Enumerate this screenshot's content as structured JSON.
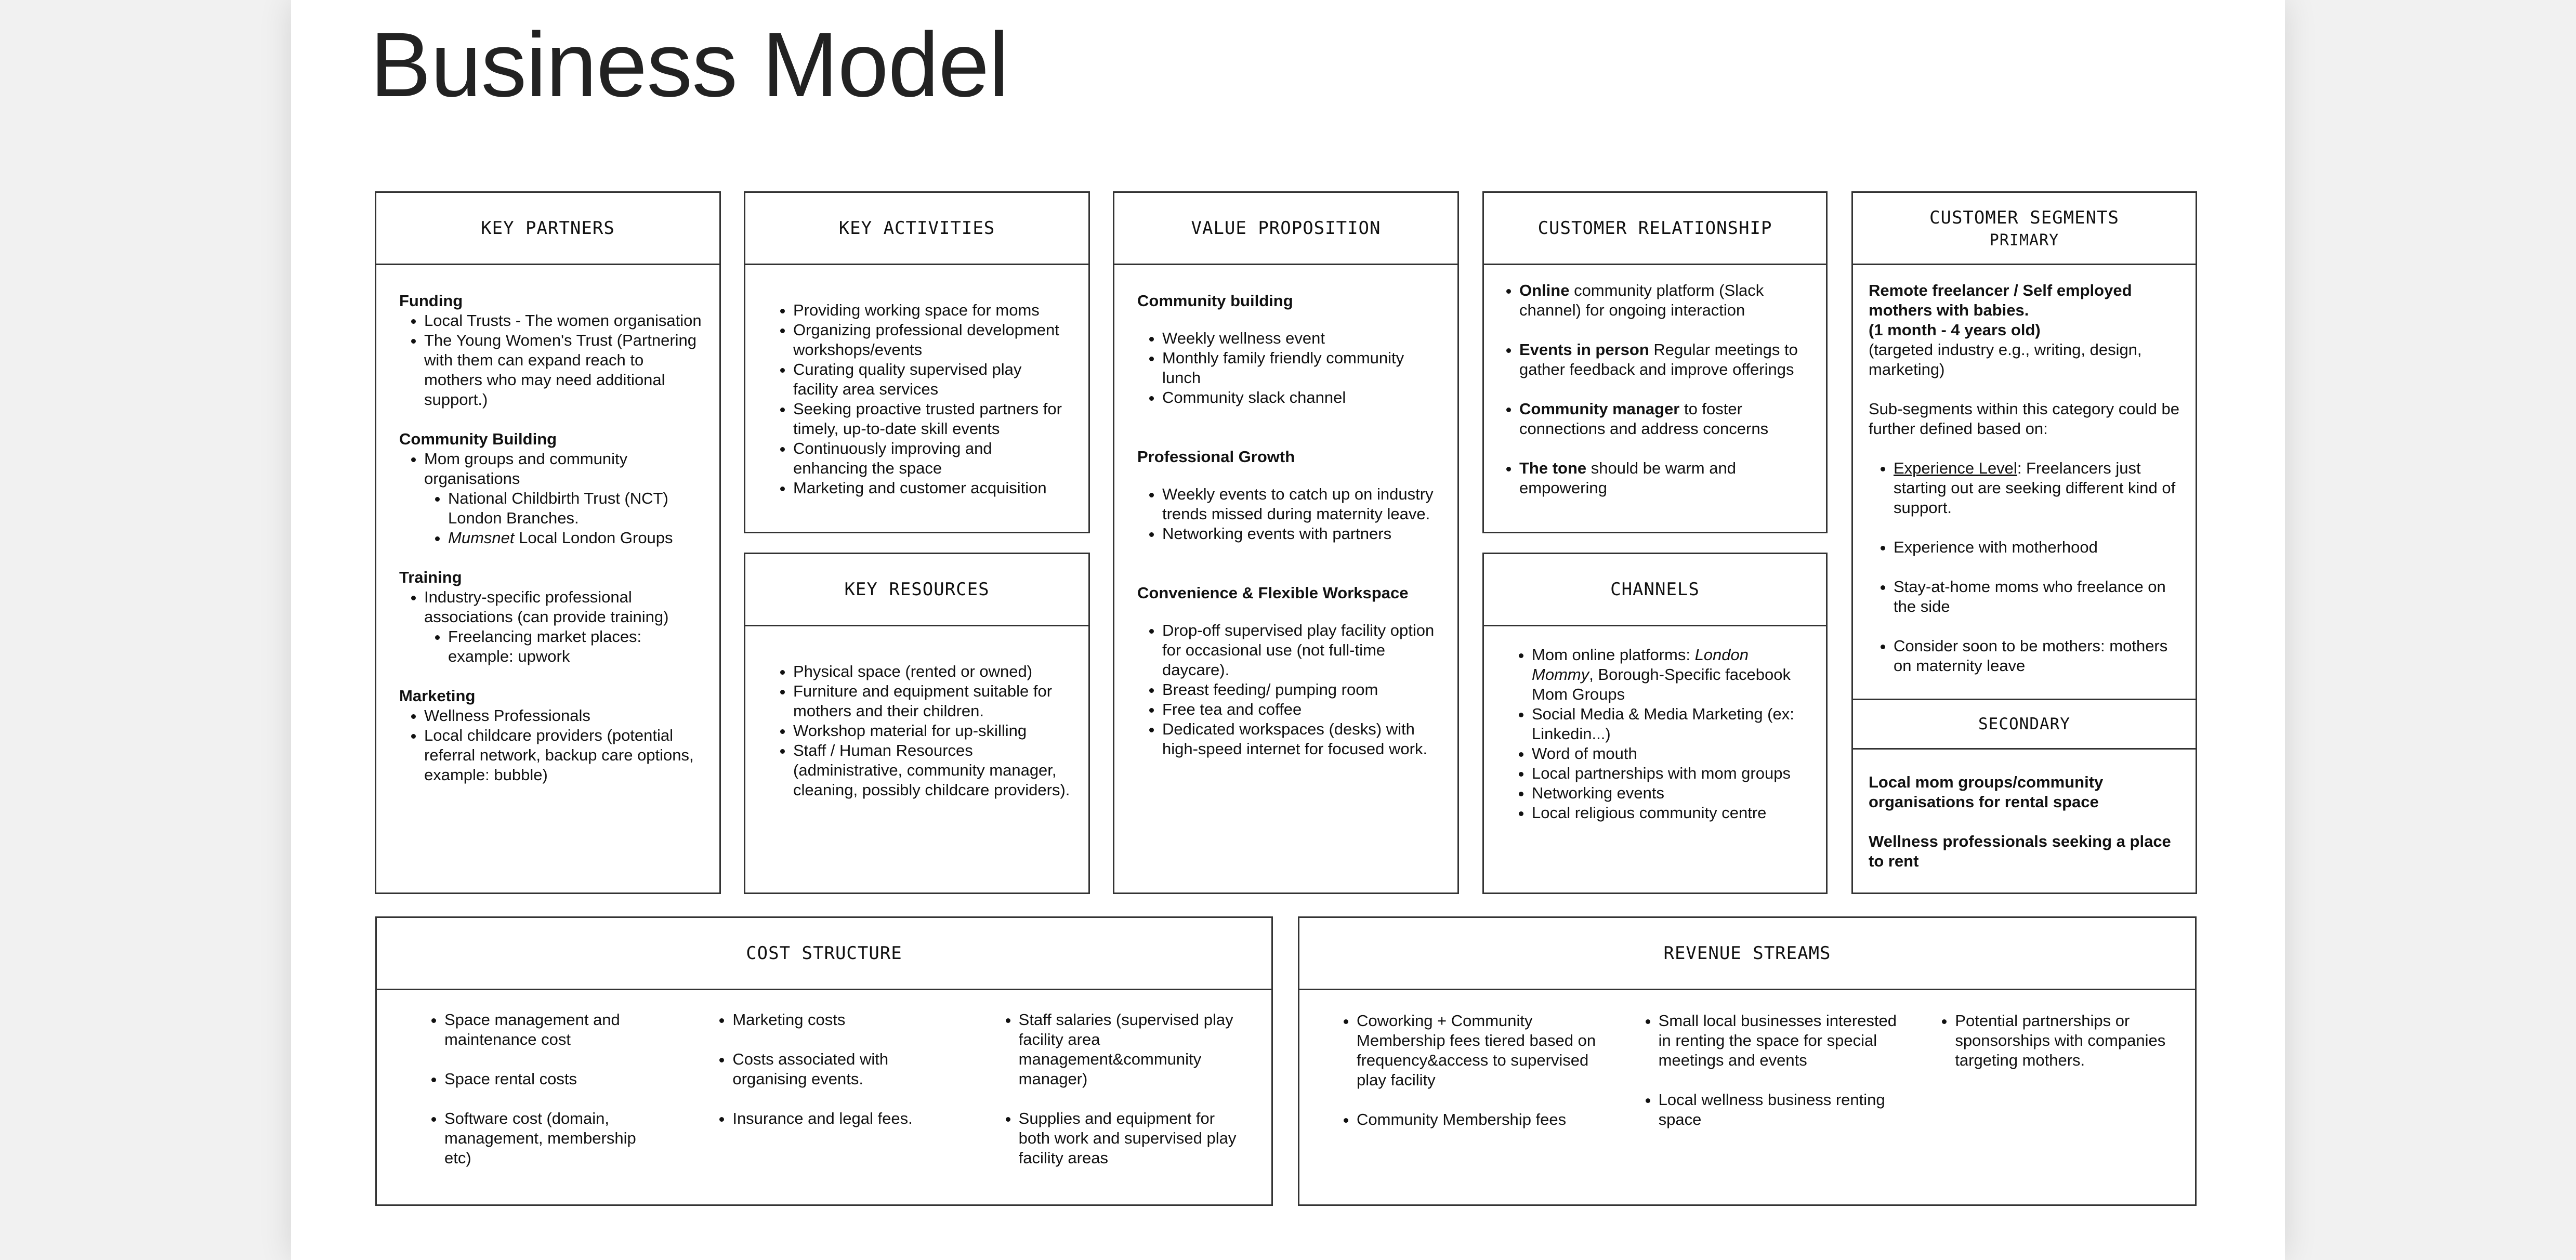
{
  "title": "Business Model",
  "key_partners": {
    "header": "KEY PARTNERS",
    "funding": "Funding",
    "funding_items": [
      "Local Trusts - The women organisation",
      "The Young Women's Trust (Partnering with them can expand reach to mothers who may need additional support.)"
    ],
    "community": "Community Building",
    "community_item": "Mom groups and community organisations",
    "community_sub": [
      "National Childbirth Trust (NCT) London Branches."
    ],
    "mumsnet_em": "Mumsnet",
    "mumsnet_rest": " Local London Groups",
    "training": "Training",
    "training_item": " Industry-specific professional associations (can provide training)",
    "training_sub": [
      "Freelancing market places: example: upwork"
    ],
    "marketing": "Marketing",
    "marketing_items": [
      "Wellness Professionals",
      "Local childcare providers (potential referral network, backup care options, example: bubble)"
    ]
  },
  "key_activities": {
    "header": "KEY ACTIVITIES",
    "items": [
      "Providing working space for moms",
      "Organizing professional development workshops/events",
      "Curating quality supervised play facility area services",
      "Seeking proactive trusted partners for timely, up-to-date skill events",
      "Continuously improving and enhancing the space",
      "Marketing and customer acquisition"
    ]
  },
  "key_resources": {
    "header": "KEY RESOURCES",
    "items": [
      "Physical space (rented or owned)",
      "Furniture and equipment suitable for mothers and their children.",
      "Workshop material for up-skilling",
      "Staff / Human Resources (administrative, community manager, cleaning, possibly childcare providers)."
    ]
  },
  "value_proposition": {
    "header": "VALUE PROPOSITION",
    "s1": "Community building",
    "s1_items": [
      "Weekly wellness event",
      "Monthly family friendly community lunch",
      "Community slack channel"
    ],
    "s2": "Professional Growth",
    "s2_items": [
      "Weekly events to catch up on industry trends missed during maternity leave.",
      "Networking events with partners"
    ],
    "s3": "Convenience & Flexible Workspace",
    "s3_items": [
      "Drop-off supervised play facility option for occasional use (not full-time daycare).",
      "Breast feeding/ pumping room",
      "Free tea and coffee",
      "Dedicated workspaces (desks) with high-speed internet for focused work."
    ]
  },
  "customer_relationship": {
    "header": "CUSTOMER RELATIONSHIP",
    "items": [
      {
        "bold": "Online",
        "rest": " community platform (Slack channel) for ongoing interaction"
      },
      {
        "bold": "Events in person",
        "rest": " Regular meetings to gather feedback and improve offerings"
      },
      {
        "bold": "Community manager",
        "rest": " to foster connections and address concerns"
      },
      {
        "bold": "The tone",
        "rest": " should be warm and empowering"
      }
    ]
  },
  "channels": {
    "header": "CHANNELS",
    "first_pre": "Mom online platforms: ",
    "first_em": "London Mommy",
    "first_post": ", Borough-Specific facebook Mom Groups",
    "items": [
      "Social Media & Media Marketing (ex: Linkedin...)",
      "Word of mouth",
      "Local partnerships with mom groups",
      "Networking events",
      "Local religious community centre"
    ]
  },
  "customer_segments": {
    "header": "CUSTOMER SEGMENTS",
    "primary": "PRIMARY",
    "p_bold1": "Remote freelancer / Self employed mothers with babies.",
    "p_bold2": "(1 month - 4 years old)",
    "p_text": "(targeted industry e.g., writing, design, marketing)",
    "p_sub": "Sub-segments within this category could be further defined based on:",
    "exp_u": "Experience Level",
    "exp_rest": ": Freelancers just starting out are seeking different kind of support.",
    "items": [
      "Experience with motherhood",
      "Stay-at-home moms who freelance on the side",
      "Consider soon to be mothers: mothers on maternity leave"
    ],
    "secondary": "SECONDARY",
    "s1": "Local mom groups/community organisations for rental space",
    "s2": "Wellness professionals seeking a place to rent"
  },
  "cost_structure": {
    "header": "COST STRUCTURE",
    "col1": [
      "Space management and maintenance cost",
      "Space rental costs",
      "Software cost (domain, management, membership etc)"
    ],
    "col2": [
      "Marketing costs",
      "Costs associated with organising events.",
      "Insurance and legal fees."
    ],
    "col3": [
      "Staff salaries (supervised play facility area management&community manager)",
      "Supplies and equipment for both work and supervised play facility areas"
    ]
  },
  "revenue_streams": {
    "header": "REVENUE STREAMS",
    "col1": [
      "Coworking + Community Membership fees tiered based on frequency&access to supervised play facility",
      "Community Membership fees"
    ],
    "col2": [
      "Small local businesses interested in renting the space for special meetings and events",
      "Local wellness business renting space"
    ],
    "col3": [
      "Potential partnerships or sponsorships with companies targeting mothers."
    ]
  }
}
